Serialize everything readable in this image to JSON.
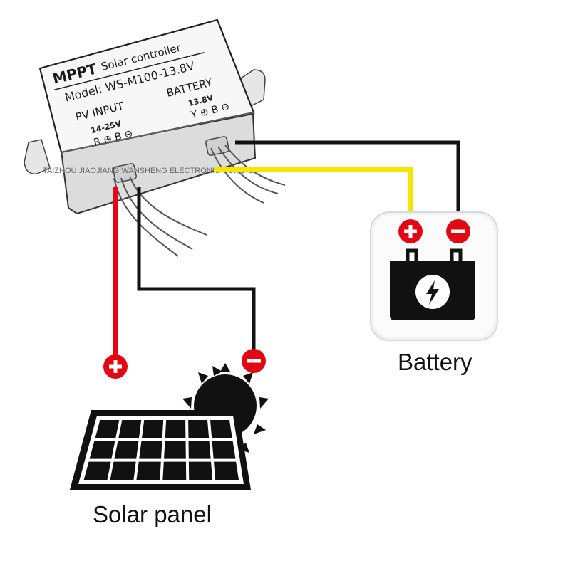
{
  "controller": {
    "brand": "MPPT",
    "subtitle": "Solar controller",
    "model": "Model: WS-M100-13.8V",
    "pv_input_label": "PV INPUT",
    "pv_voltage": "14-25V",
    "pv_terminals": "R ⊕ B ⊖",
    "battery_label": "BATTERY",
    "battery_voltage": "13.8V",
    "battery_terminals": "Y ⊕ B ⊖"
  },
  "watermark": "TAIZHOU JIAOJIANG WANSHENG ELECTRONIC CO., LTD.",
  "battery": {
    "label": "Battery"
  },
  "solar_panel": {
    "label": "Solar panel"
  },
  "colors": {
    "positive_wire": "#e30613",
    "negative_wire": "#111111",
    "battery_positive_wire": "#f5e600",
    "terminal_positive": "#e30613",
    "terminal_negative": "#e30613",
    "lightning_bolt": "#ffffff"
  }
}
